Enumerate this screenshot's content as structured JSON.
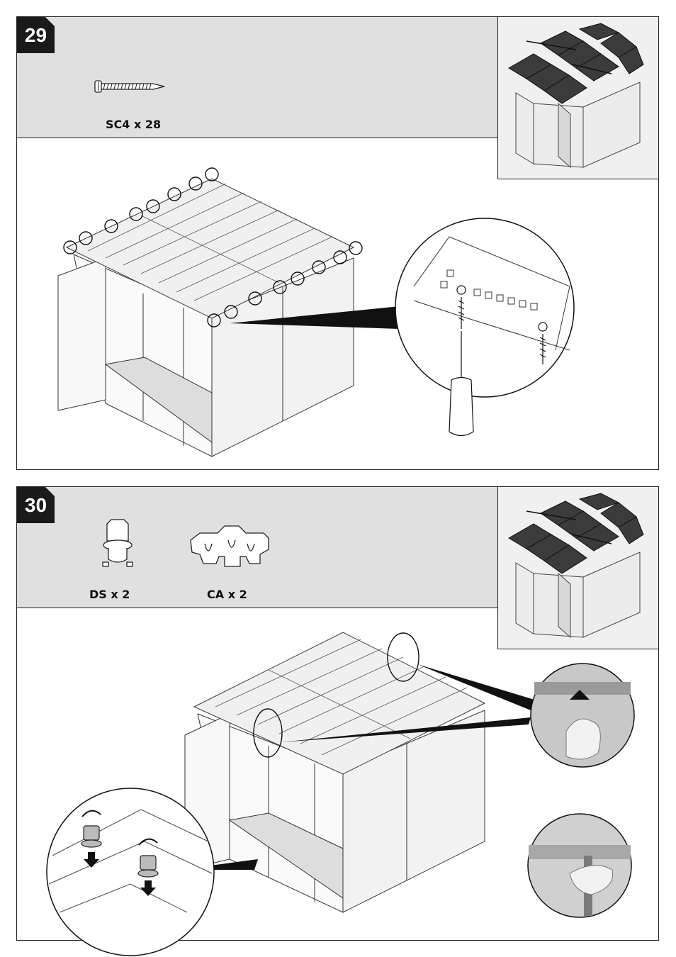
{
  "steps": [
    {
      "number": "29",
      "parts": [
        {
          "label": "SC4 x 28",
          "icon": "screw-icon"
        }
      ]
    },
    {
      "number": "30",
      "parts": [
        {
          "label": "DS x 2",
          "icon": "door-stop-icon"
        },
        {
          "label": "CA x 2",
          "icon": "clip-icon"
        }
      ]
    }
  ]
}
